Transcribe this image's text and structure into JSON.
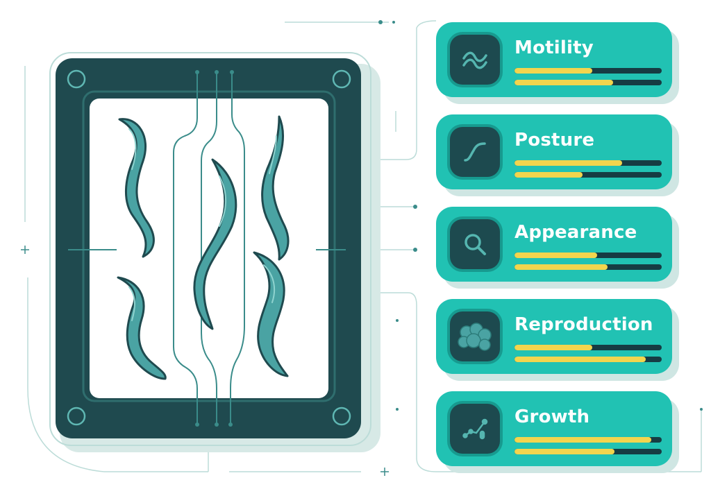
{
  "colors": {
    "card_bg": "#21c2b3",
    "icon_bg": "#1d4a4f",
    "bar_track": "#163c43",
    "bar_fill": "#f2d54e",
    "plate_frame": "#1f4a4f",
    "worm": "#4aa3a3"
  },
  "cards": [
    {
      "label": "Motility",
      "icon": "wave-icon",
      "bars": [
        0.53,
        0.67
      ]
    },
    {
      "label": "Posture",
      "icon": "curve-icon",
      "bars": [
        0.73,
        0.46
      ]
    },
    {
      "label": "Appearance",
      "icon": "magnifier-icon",
      "bars": [
        0.56,
        0.63
      ]
    },
    {
      "label": "Reproduction",
      "icon": "egg-cluster-icon",
      "bars": [
        0.53,
        0.89
      ]
    },
    {
      "label": "Growth",
      "icon": "growth-chart-icon",
      "bars": [
        0.93,
        0.68
      ]
    }
  ]
}
